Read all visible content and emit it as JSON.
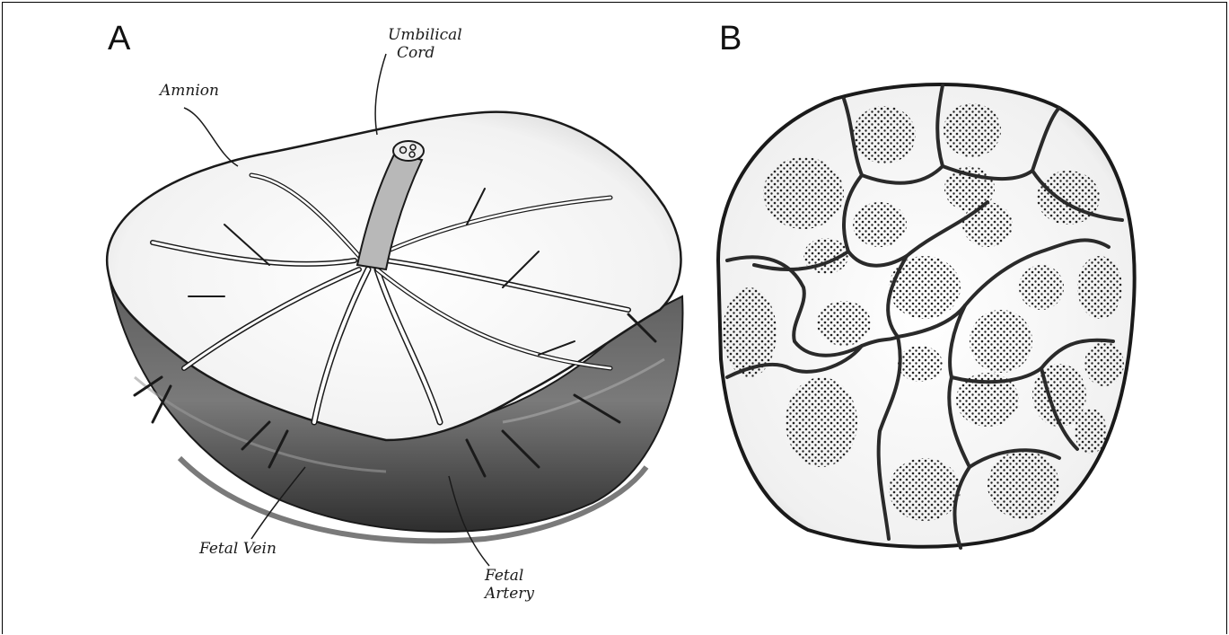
{
  "panels": {
    "a": {
      "letter": "A"
    },
    "b": {
      "letter": "B"
    }
  },
  "labels": {
    "umbilical_line1": "Umbilical",
    "umbilical_line2": "Cord",
    "amnion": "Amnion",
    "fetal_vein": "Fetal Vein",
    "fetal_artery_line1": "Fetal",
    "fetal_artery_line2": "Artery"
  },
  "colors": {
    "ink": "#1a1a1a",
    "shade": "#8a8a8a",
    "dark_shade": "#3a3a3a"
  }
}
